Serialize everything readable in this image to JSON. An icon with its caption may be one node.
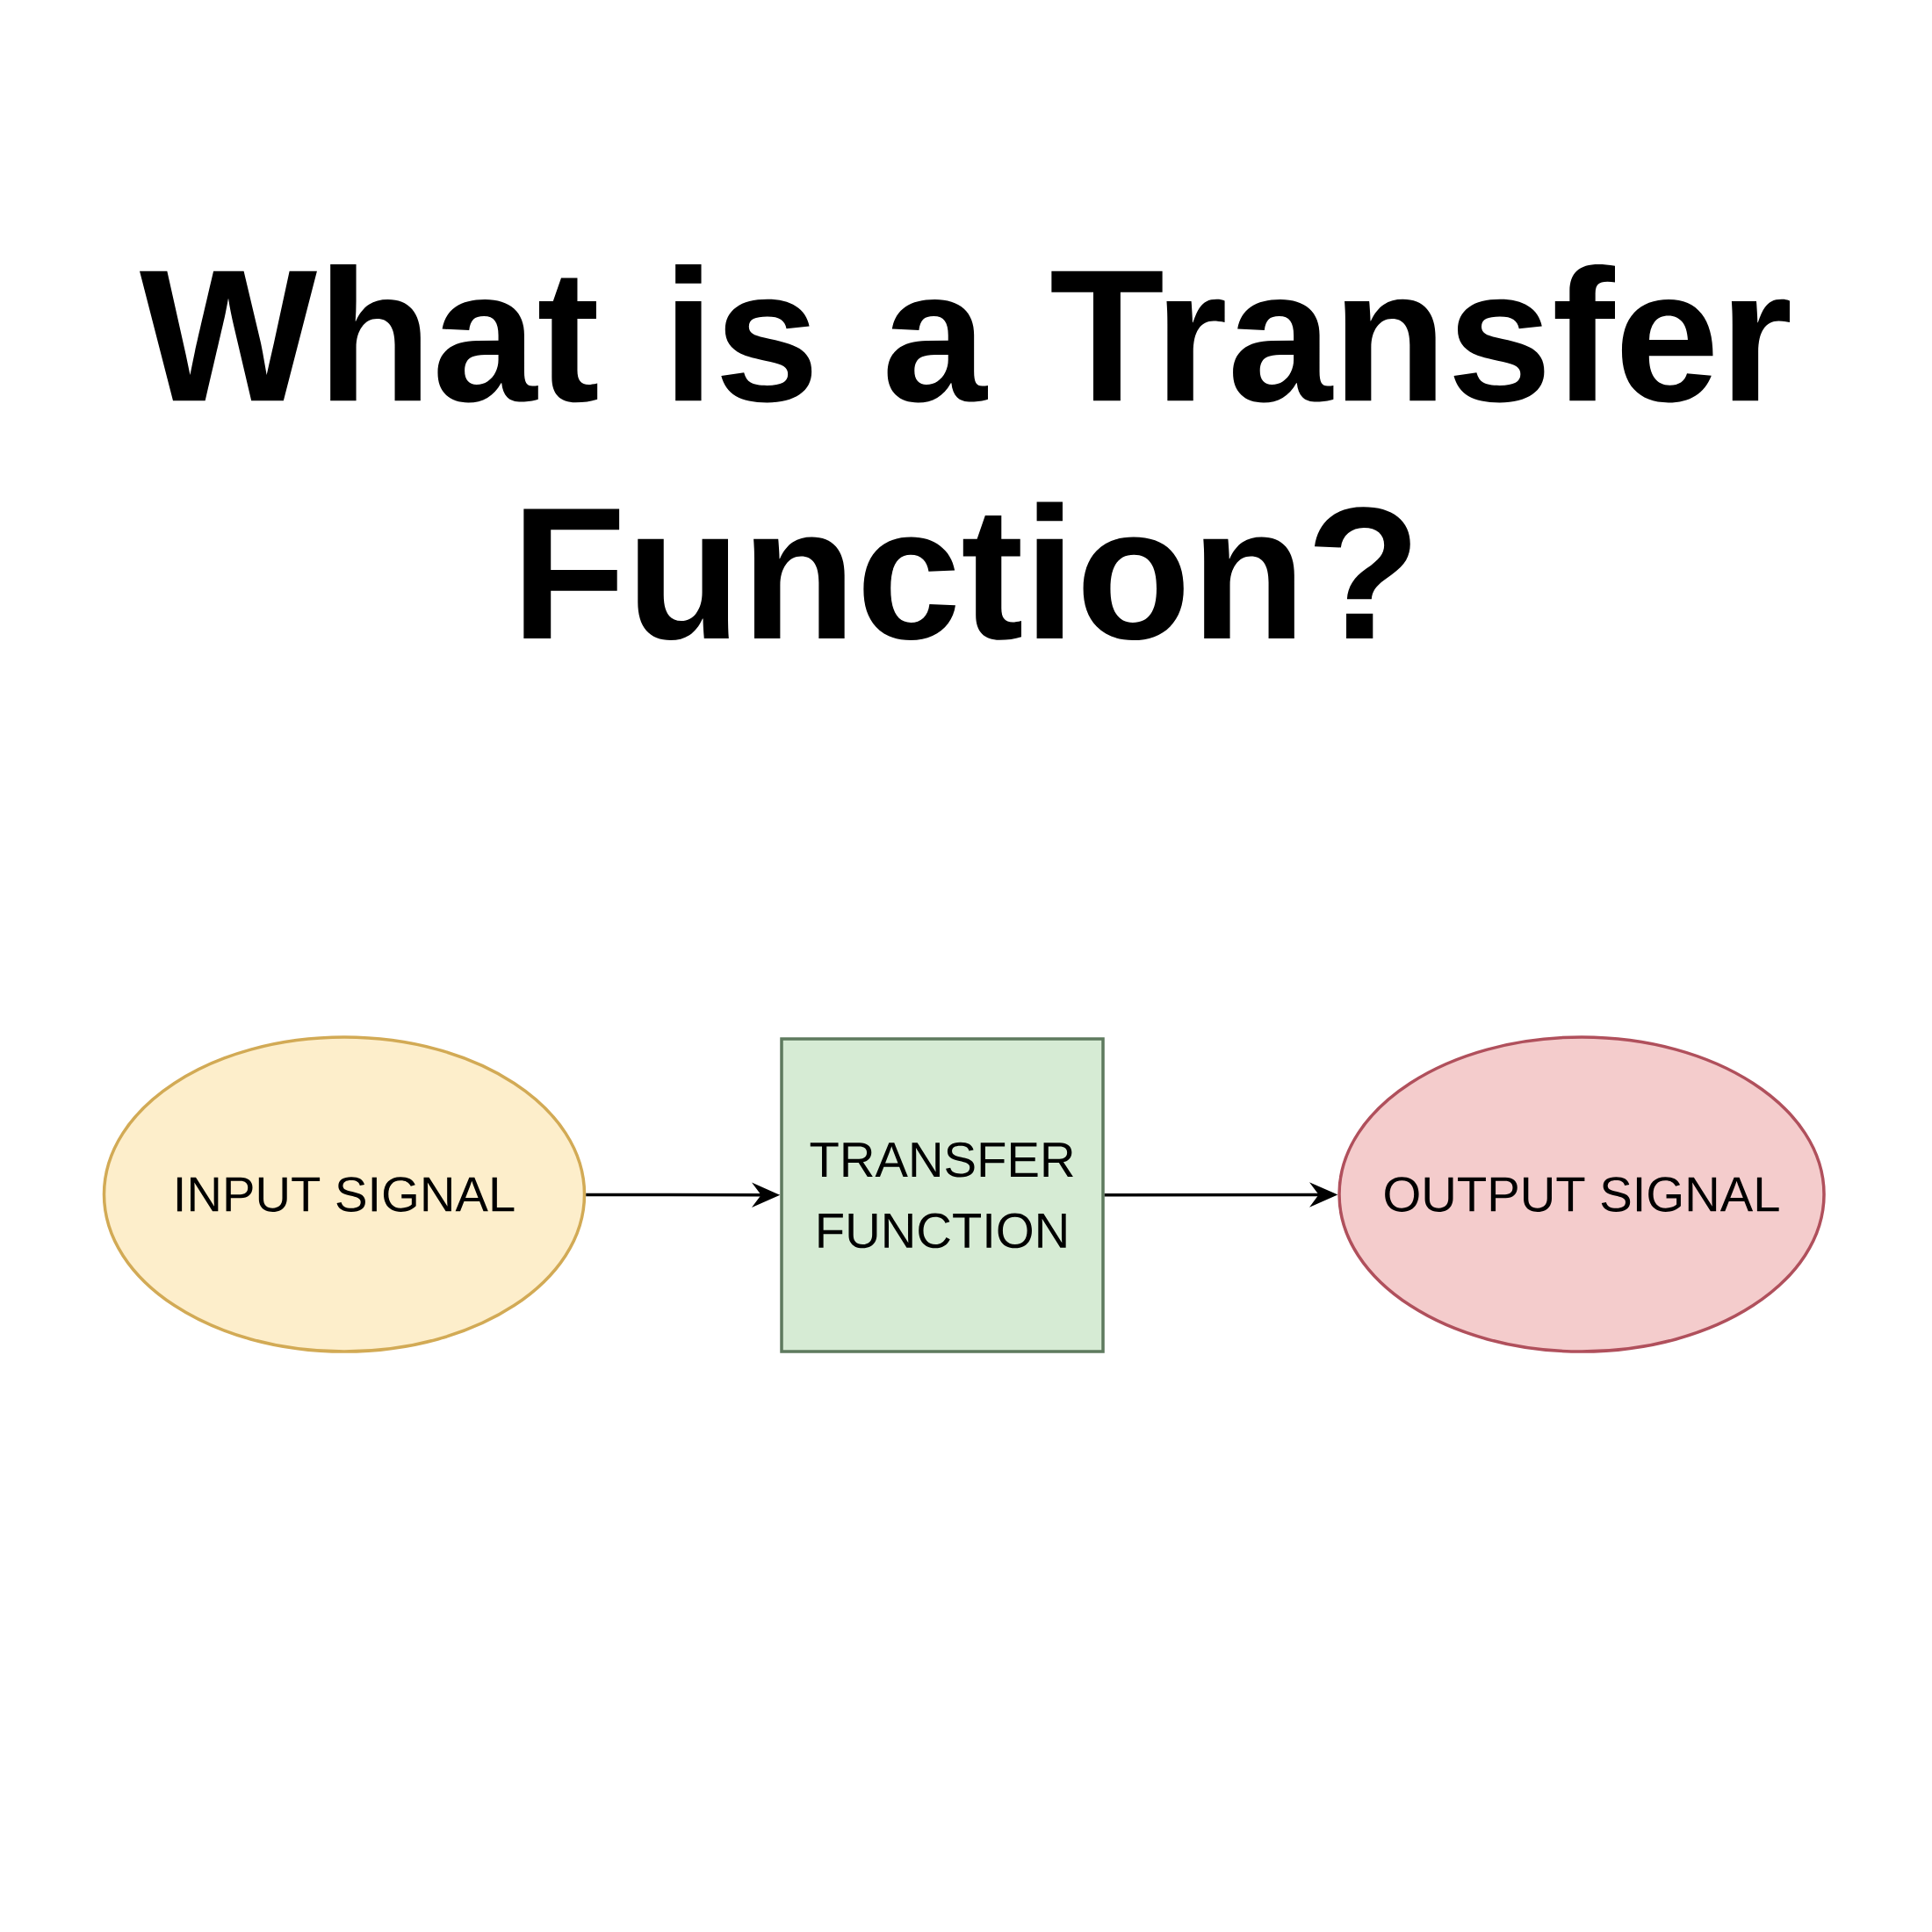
{
  "diagram": {
    "title": "What is a Transfer Function?",
    "nodes": [
      {
        "text": [
          "INPUT SIGNAL"
        ]
      },
      {
        "text": [
          "TRANSFER FUNCTION"
        ]
      },
      {
        "text": [
          "OUTPUT SIGNAL"
        ]
      }
    ],
    "edges": [
      {
        "from": 0,
        "to": 1,
        "arrow": "to"
      },
      {
        "from": 1,
        "to": 2,
        "arrow": "to"
      }
    ]
  }
}
